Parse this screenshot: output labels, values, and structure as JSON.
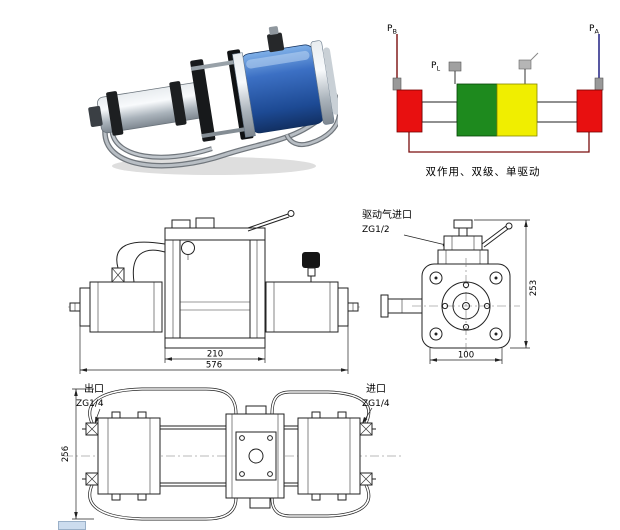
{
  "photo": {
    "name": "pneumatic-gas-booster-pump-photo"
  },
  "schematic": {
    "labels": {
      "pb_main": "P",
      "pb_sub": "B",
      "pl_main": "P",
      "pl_sub": "L",
      "pa_main": "P",
      "pa_sub": "A"
    },
    "caption": "双作用、双级、单驱动",
    "colors": {
      "left_line": "#7a0d0d",
      "right_line": "#10107a",
      "end_block": "#e81010",
      "drive_green": "#1e8a1e",
      "drive_yellow": "#f0ee00",
      "fitting_gray": "#a0a0a0"
    }
  },
  "front_view": {
    "dim_inner": "210",
    "dim_overall": "576"
  },
  "side_view": {
    "port_label": "驱动气进口",
    "port_size": "ZG1/2",
    "dim_width": "100",
    "dim_height": "253"
  },
  "top_view": {
    "outlet_label": "出口",
    "outlet_size": "ZG1/4",
    "inlet_label": "进口",
    "inlet_size": "ZG1/4",
    "dim_overall": "256"
  }
}
